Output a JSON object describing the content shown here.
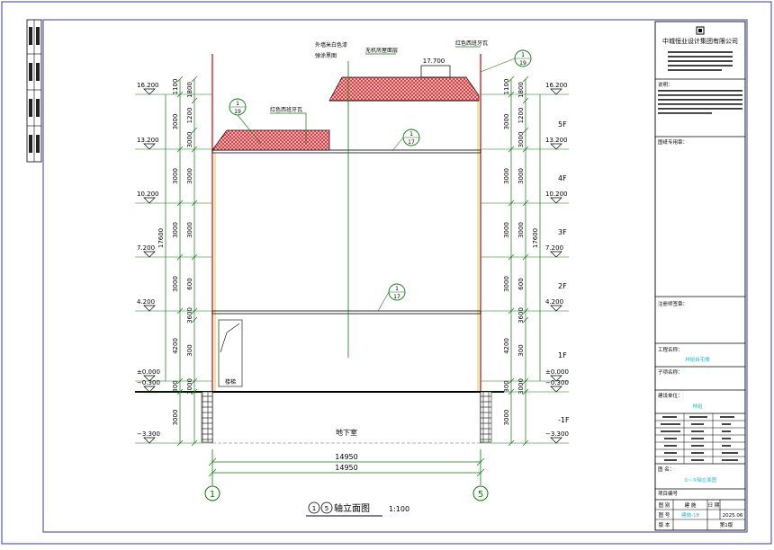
{
  "drawing": {
    "title": "①~⑤轴立面图",
    "scale": "1:100",
    "axis_left": "1",
    "axis_right": "5",
    "total_width_1": "14950",
    "total_width_2": "14950",
    "basement_label": "地下室",
    "stair_label": "楼梯"
  },
  "levels": [
    {
      "elev": "16.200",
      "floor": ""
    },
    {
      "elev": "13.200",
      "floor": "5F"
    },
    {
      "elev": "10.200",
      "floor": "4F"
    },
    {
      "elev": "7.200",
      "floor": "3F"
    },
    {
      "elev": "4.200",
      "floor": "2F"
    },
    {
      "elev": "±0.000",
      "floor": "1F"
    },
    {
      "elev": "−0.300",
      "floor": ""
    },
    {
      "elev": "−3.300",
      "floor": "-1F"
    }
  ],
  "roof_level": "17.700",
  "dimensions": {
    "col1": [
      "1100",
      "3000",
      "3000",
      "3000",
      "3000",
      "4200",
      "300",
      "3000"
    ],
    "col2": [
      "1800",
      "1200",
      "3000",
      "3000",
      "3000",
      "600",
      "3600",
      "300",
      "3000"
    ],
    "col3": [
      "1100",
      "3000",
      "3000",
      "3000",
      "3000",
      "4200",
      "300",
      "3000"
    ],
    "overall": "17600"
  },
  "annotations": {
    "wall_finish": "外墙米白色漆",
    "wall_finish_2": "弹涂黑图",
    "roof_note": "无机房屋面层",
    "red_tile_1": "红色西班牙瓦",
    "red_tile_2": "红色西班牙瓦"
  },
  "callouts": [
    {
      "num": "1",
      "sheet": "19"
    },
    {
      "num": "1",
      "sheet": "19"
    },
    {
      "num": "1",
      "sheet": "17"
    },
    {
      "num": "1",
      "sheet": "17"
    }
  ],
  "title_block": {
    "company": "中城恒业设计集团有限公司",
    "section1": "说明：",
    "section2": "图纸专用章：",
    "section3": "注册师签章：",
    "project_name_label": "工程名称：",
    "project_name": "林姐自宅楼",
    "sub_item_label": "子项名称：",
    "build_unit_label": "建设单位：",
    "build_unit": "林姐",
    "drawing_name_label": "图  名：",
    "drawing_name": "①~⑤轴立面图",
    "project_no_label": "项目编号",
    "row_labels": [
      "图 别",
      "图 号",
      "版 本"
    ],
    "row_values": [
      "建 施",
      "建施-18",
      "第1版"
    ],
    "date_label": "日 期",
    "date": "2025.06"
  },
  "colors": {
    "frame": "#3a3aa0",
    "dim": "#0b7a0b",
    "wall": "#d00000",
    "tile": "#e0222a",
    "accent_text": "#22b8d8"
  }
}
